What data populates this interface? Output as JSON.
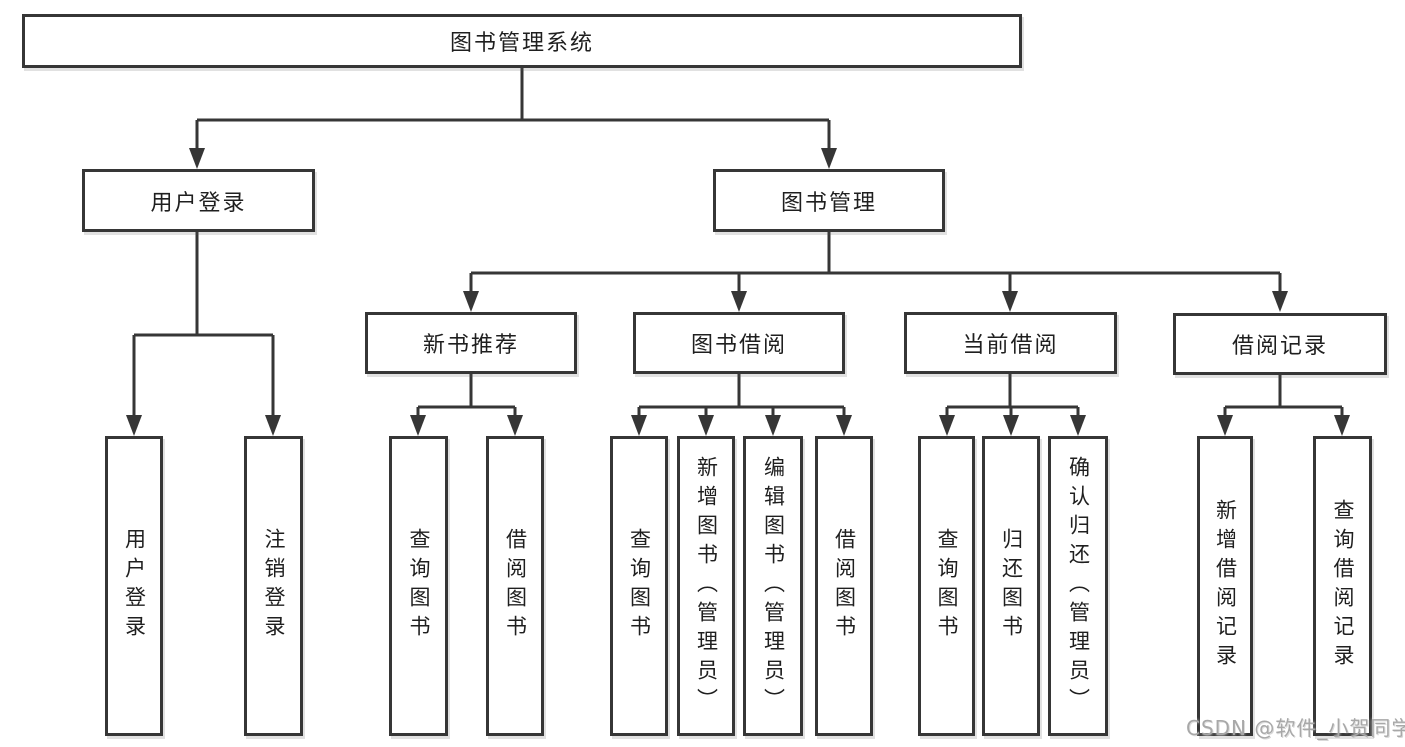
{
  "colors": {
    "line": "#363636",
    "text": "#1f1f1f",
    "bg": "#ffffff",
    "watermark": "#a8a8a8"
  },
  "root": {
    "label": "图书管理系统"
  },
  "branches": {
    "user_login": {
      "label": "用户登录",
      "children": {
        "login": {
          "label": "用户登录"
        },
        "logout": {
          "label": "注销登录"
        }
      }
    },
    "book_management": {
      "label": "图书管理",
      "children": {
        "new_book_recommend": {
          "label": "新书推荐",
          "children": {
            "query_books": {
              "label": "查询图书"
            },
            "borrow_books": {
              "label": "借阅图书"
            }
          }
        },
        "book_borrowing": {
          "label": "图书借阅",
          "children": {
            "query_books": {
              "label": "查询图书"
            },
            "add_books_admin": {
              "label": "新增图书（管理员）"
            },
            "edit_books_admin": {
              "label": "编辑图书（管理员）"
            },
            "borrow_books": {
              "label": "借阅图书"
            }
          }
        },
        "current_borrowing": {
          "label": "当前借阅",
          "children": {
            "query_books": {
              "label": "查询图书"
            },
            "return_books": {
              "label": "归还图书"
            },
            "confirm_return_admin": {
              "label": "确认归还（管理员）"
            }
          }
        },
        "borrowing_records": {
          "label": "借阅记录",
          "children": {
            "add_borrow_record": {
              "label": "新增借阅记录"
            },
            "query_borrow_record": {
              "label": "查询借阅记录"
            }
          }
        }
      }
    }
  },
  "watermark": "CSDN @软件_小贺同学"
}
